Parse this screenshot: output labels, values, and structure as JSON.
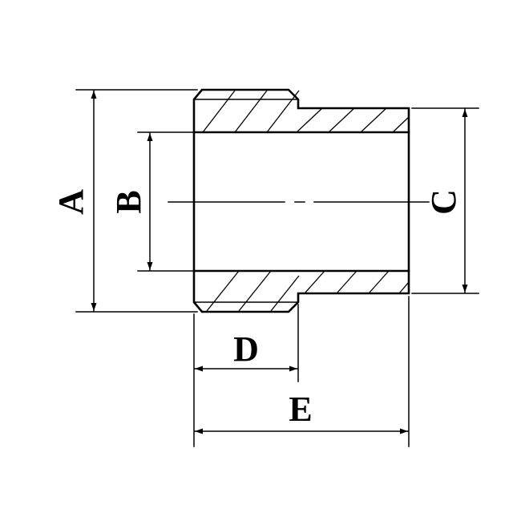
{
  "drawing": {
    "labels": {
      "A": "A",
      "B": "B",
      "C": "C",
      "D": "D",
      "E": "E"
    },
    "colors": {
      "line": "#000000",
      "background": "#ffffff"
    }
  }
}
